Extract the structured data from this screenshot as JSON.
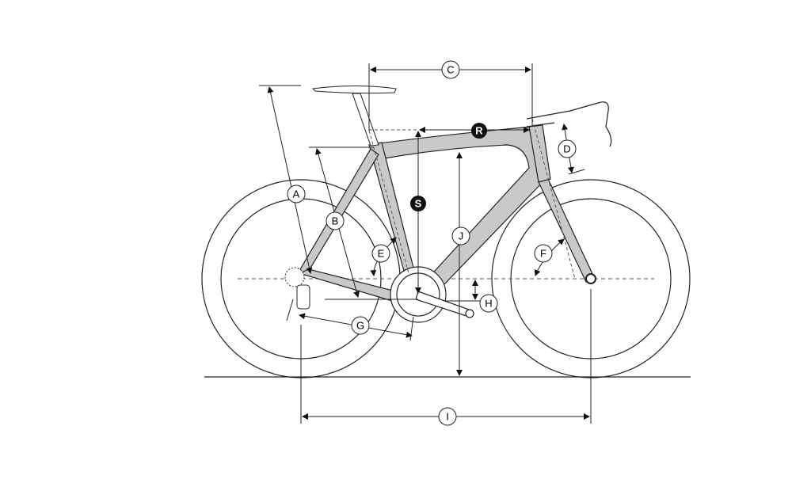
{
  "diagram": {
    "title": "Bicycle frame geometry",
    "dimension_labels": {
      "A": "A",
      "B": "B",
      "C": "C",
      "D": "D",
      "E": "E",
      "F": "F",
      "G": "G",
      "H": "H",
      "I": "I",
      "J": "J"
    },
    "highlight_labels": {
      "R": "R",
      "S": "S"
    },
    "colors": {
      "frame_fill": "#c9c9c9",
      "line": "#222222",
      "dashed": "#555555",
      "badge": "#111111"
    }
  }
}
